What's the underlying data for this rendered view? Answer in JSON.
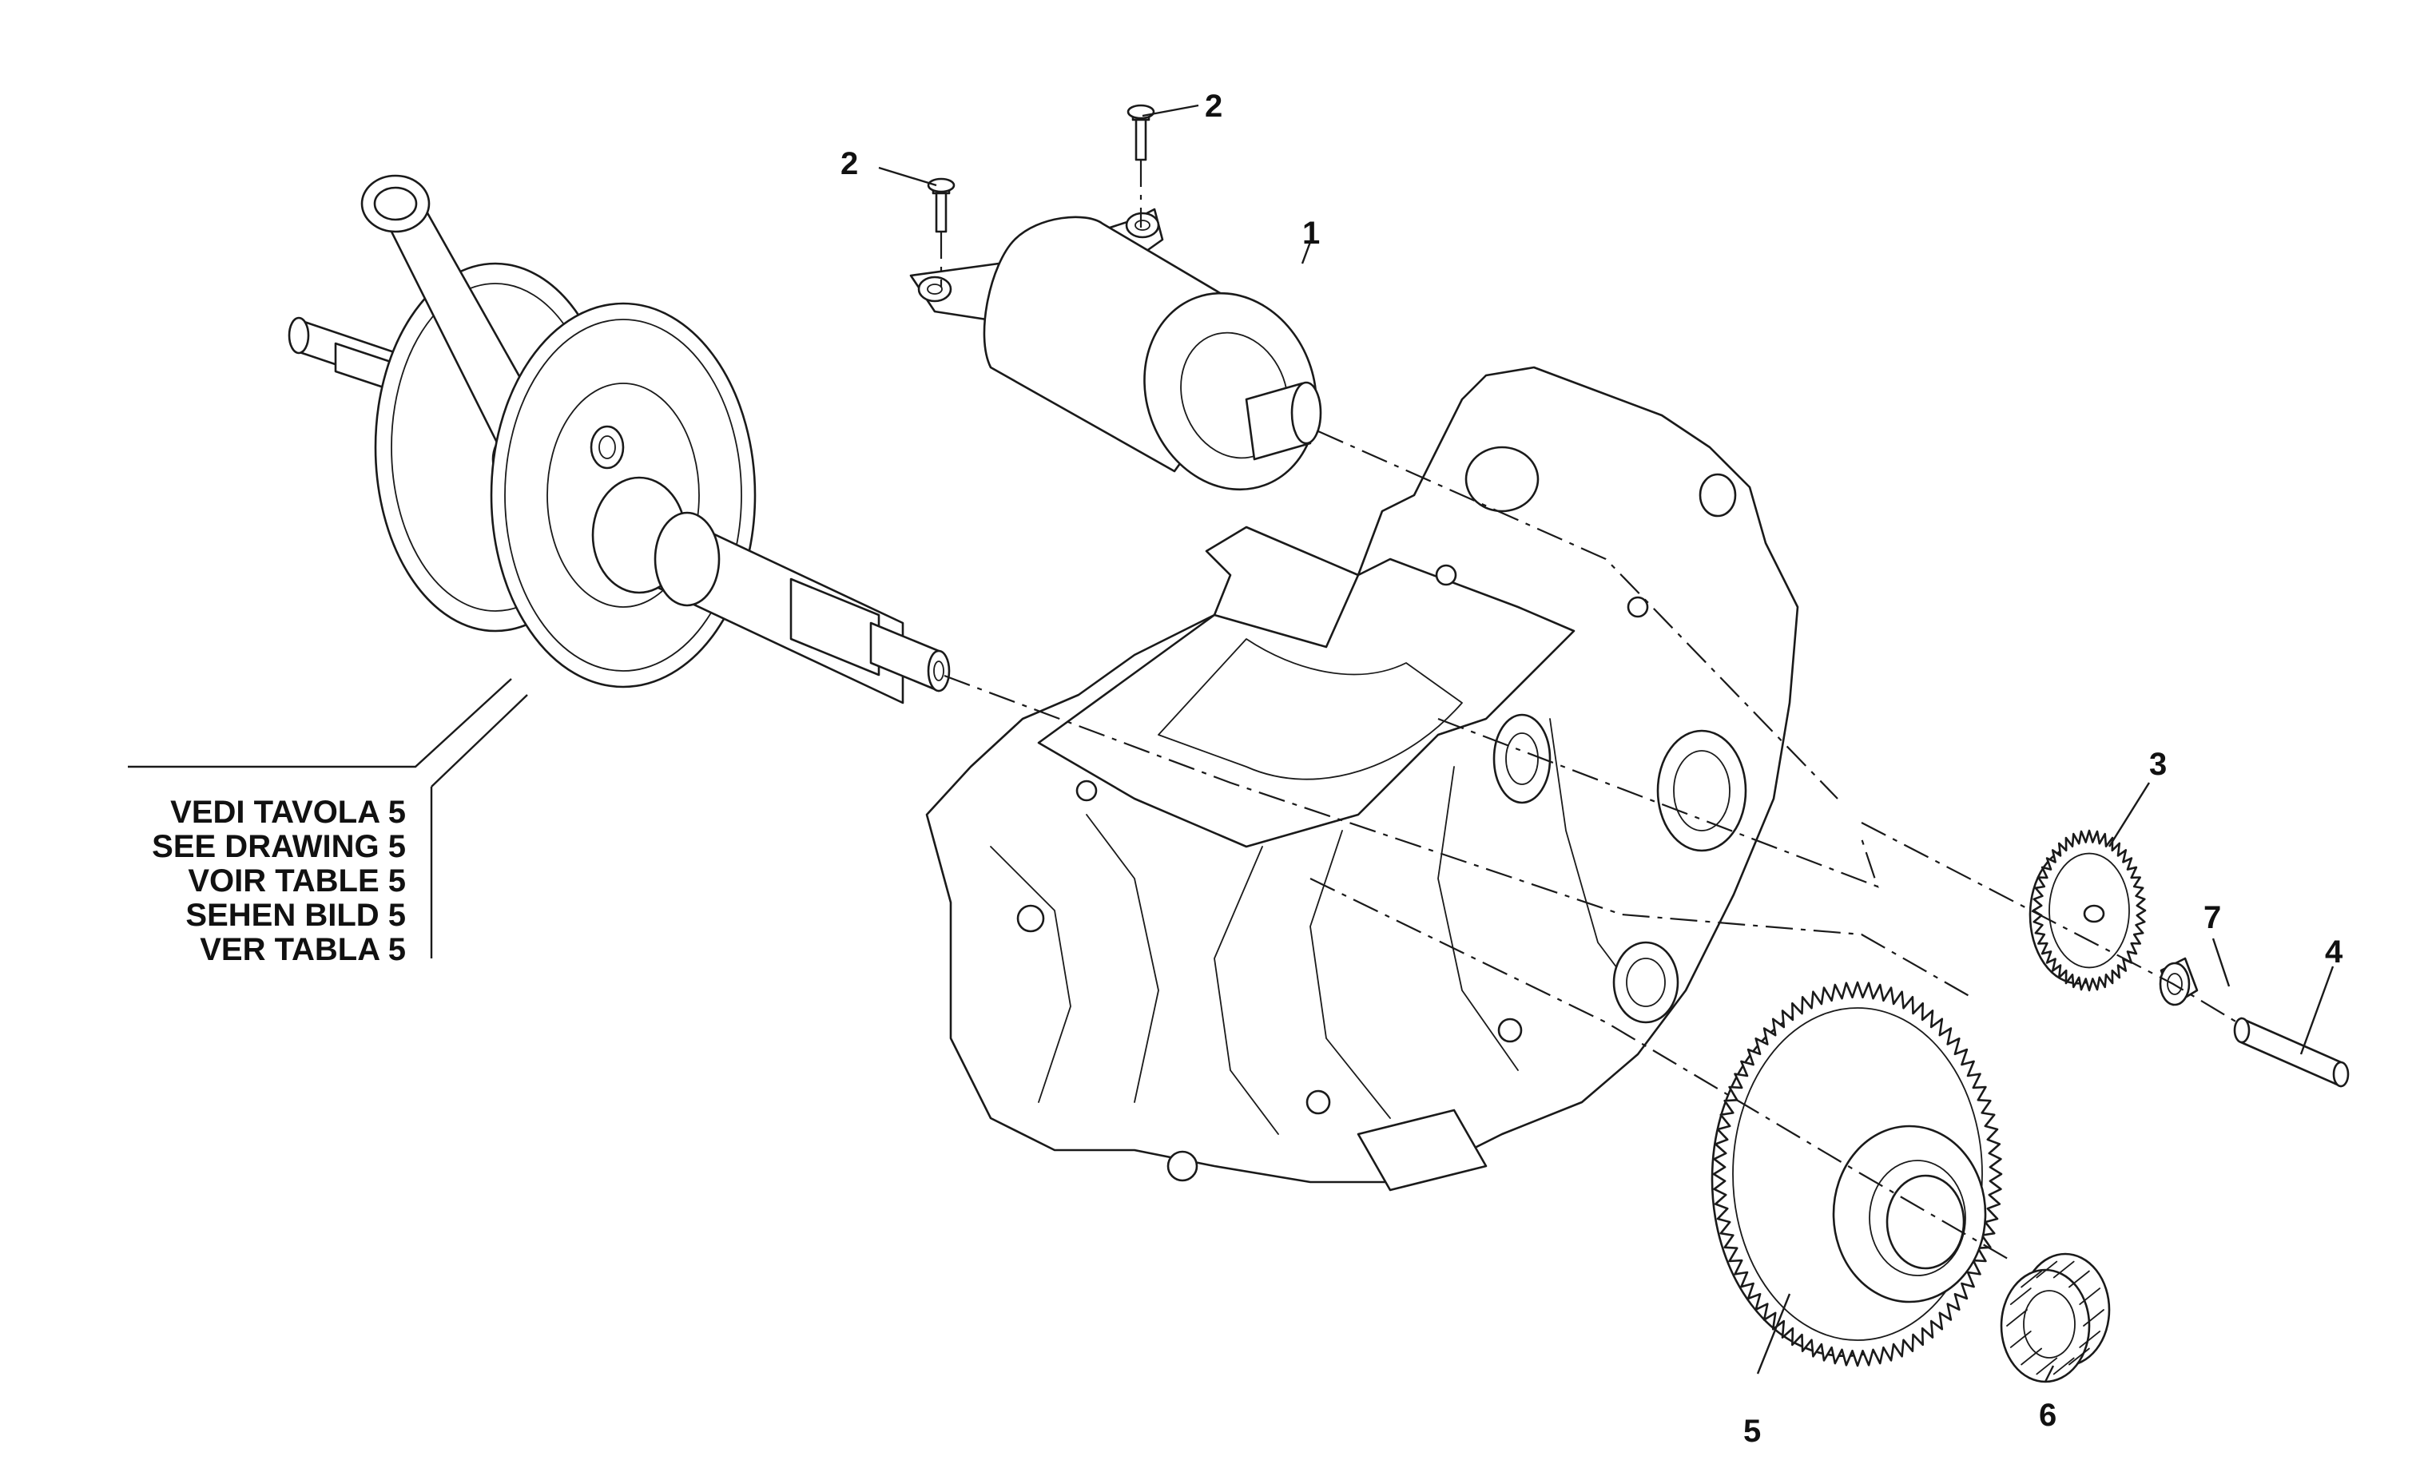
{
  "diagram": {
    "callouts": [
      {
        "id": "1",
        "label": "1"
      },
      {
        "id": "2a",
        "label": "2"
      },
      {
        "id": "2b",
        "label": "2"
      },
      {
        "id": "3",
        "label": "3"
      },
      {
        "id": "4",
        "label": "4"
      },
      {
        "id": "5a",
        "label": "5"
      },
      {
        "id": "6",
        "label": "6"
      },
      {
        "id": "7",
        "label": "7"
      }
    ],
    "reference_note": [
      "VEDI TAVOLA 5",
      "SEE DRAWING 5",
      "VOIR TABLE 5",
      "SEHEN BILD 5",
      "VER TABLA 5"
    ],
    "parts": [
      {
        "name": "crankshaft",
        "icon": "crankshaft-icon"
      },
      {
        "name": "starter-motor",
        "icon": "motor-icon"
      },
      {
        "name": "screw",
        "icon": "screw-icon"
      },
      {
        "name": "crankcase",
        "icon": "crankcase-icon"
      },
      {
        "name": "idler-gear",
        "icon": "gear-icon"
      },
      {
        "name": "pin",
        "icon": "pin-icon"
      },
      {
        "name": "bushing",
        "icon": "bushing-icon"
      },
      {
        "name": "starter-gear",
        "icon": "gear-icon"
      },
      {
        "name": "needle-bearing",
        "icon": "bearing-icon"
      }
    ]
  }
}
